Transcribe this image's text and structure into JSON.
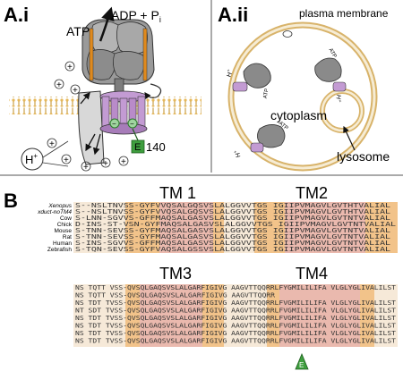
{
  "panels": {
    "a_i": {
      "label": "A.i",
      "atp": "ATP",
      "adp": "ADP + P",
      "adp_sub": "i",
      "proton": "H",
      "proton_sup": "+",
      "residue": "E",
      "residue_number": "140",
      "plus_sign": "+",
      "minus_sign": "−"
    },
    "a_ii": {
      "label": "A.ii",
      "plasma_membrane": "plasma membrane",
      "cytoplasm": "cytoplasm",
      "lysosome": "lysosome",
      "pump_atp": "ATP",
      "pump_h": "H",
      "pump_h_sup": "+"
    },
    "b": {
      "label": "B",
      "tm_labels": [
        "TM 1",
        "TM2",
        "TM3",
        "TM4"
      ],
      "species": [
        "Xenopus",
        "xduct-noTM4",
        "Cow",
        "Chick",
        "Mouse",
        "Rat",
        "Human",
        "Zebrafish"
      ],
      "block1": [
        "S--NSLTNVSS-GYFVVQSALGQSVSLALGGVVTGS IGIIPVMAGVLGVTHTVALIAL",
        "S--NSLTNVSS-GYFVVQSALGQSVSLALGGVVTGS IGIIPVMAGVLGVTHTVALIAL",
        "S-LNN-SGVVS-GFFMAQSALGASVSLALGGVVTGS IGIIPVMAGVLGVTNTVALIAL",
        "D-INS-ST-VSN-GYFMAQSALGASVSLALGGVVTGS IGIIPVMAGVLGVTNTVALIAL",
        "S-TNN-SEVSS-GYFMAQSALGASVSLALGGVVTGS IGIIPVMAGVLGVTNTVALIAL",
        "S-TNN-SEVSS-GYFMAQSALGASVSLALGGVVTGS IGIIPVMAGVLGVTNTVALIAL",
        "S-INS-SGVVS-GFFMAQSALGASVSLALGGVVTGS IGIIPVMAGVLGVTNTVALIAL",
        "S-TQN-SEVSS-GYFVAQSALGSSVSLALGGVVTGS IGIIPVMAGVLGVTNTVALIAL"
      ],
      "block2": [
        "NS TQTT VSS-QVSQLGAQSVSLALGARFIGIVG AAGVTTQQRRLFYGMILILIFA VLGLYGLIVALILST",
        "NS TQTT VSS-QVSQLGAQSVSLALGARFIGIVG AAGVTTQQRR",
        "NS TDT TVSS-QVSQLGAQSVSLALGARFIGIVG AAGVTTQQRRLFVGMILILIFA VLGLYGLIVALILST",
        "NT SDT TVSS-QVSQLGAQSVSLALGARFIGIVG AAGVTTQQRRLFVGMILILIFA VLGLYGLIVALILST",
        "NS TDT TVSS-QVSQLGAQSVSLALGARFIGIVG AAGVTTQQRRLFVGMILILIFA VLGLYGLIVALILST",
        "NS TDT TVSS-QVSQLGAQSVSLALGARFIGIVG AAGVTTQQRRLFVGMILILIFA VLGLYGLIVALILST",
        "NS TDT TVSS-QVSQLGAQSVSLALGARFIGIVG AAGVTTQQRRLFVGMILILIFA VLGLYGLIVALILST",
        "NS TDT TVSS-QVSQLGAQSVSLALGARFIGIVG AAGVTTQQRRLFVGMILILIFA VLGLYGLIVALILST"
      ],
      "marker_residue": "E"
    }
  },
  "colors": {
    "membrane_gold": "#d8b36a",
    "membrane_cream": "#f6ecd4",
    "rotor_purple": "#c39bd3",
    "subunit_gray": "#8a8a8a",
    "stalk_orange": "#e08a1e",
    "align_orange": "#f2c38a",
    "align_pink": "#e4b0cc",
    "align_pale": "#f6e9d8",
    "marker_green": "#3e9e3e"
  }
}
